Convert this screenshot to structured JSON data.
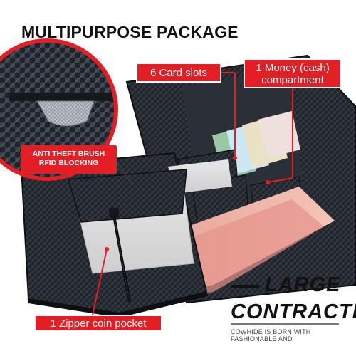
{
  "header": {
    "title": "MULTIPURPOSE PACKAGE"
  },
  "callouts": {
    "card_slots": "6 Card slots",
    "money_line1": "1 Money (cash)",
    "money_line2": "compartment",
    "rfid_line1": "ANTI THEFT BRUSH",
    "rfid_line2": "RFID BLOCKING",
    "zipper": "1 Zipper coin pocket"
  },
  "promo": {
    "line1": "LARGE",
    "line2": "CONTRACTED",
    "subline": "COWHIDE IS BORN WITH FASHIONABLE AND"
  },
  "colors": {
    "accent": "#e31e24",
    "wallet_dark": "#1f2329",
    "cash_pink": "#e7a79b"
  },
  "icons": [
    "carbon-fiber-texture",
    "zipper-icon"
  ]
}
